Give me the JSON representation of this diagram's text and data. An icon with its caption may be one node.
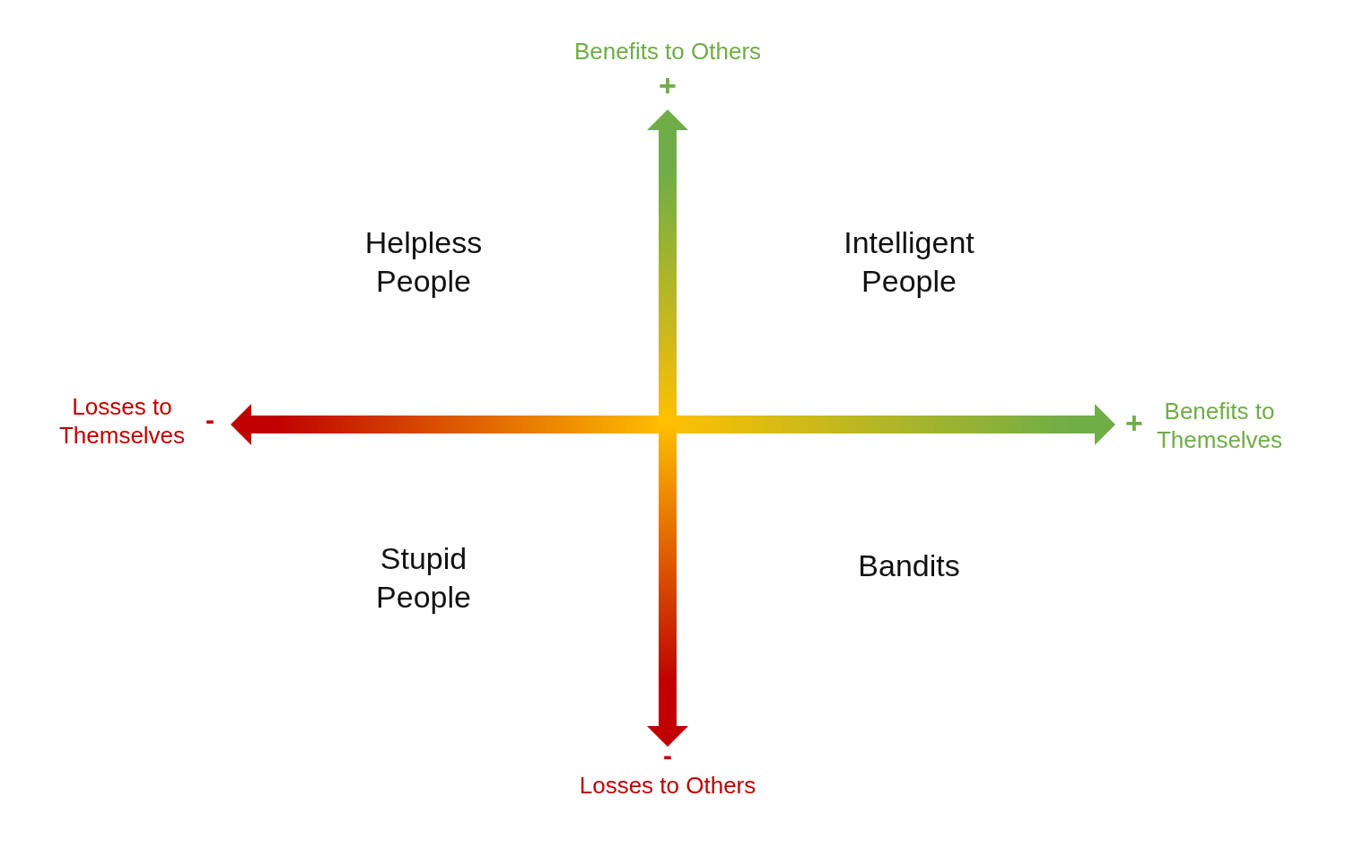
{
  "diagram": {
    "labels": [
      "Benefits to Others",
      "+",
      "Helpless People",
      "Intelligent People",
      "Losses to Themselves",
      "-",
      "+",
      "Benefits to Themselves",
      "Stupid People",
      "Bandits",
      "-",
      "Losses to Others"
    ]
  }
}
